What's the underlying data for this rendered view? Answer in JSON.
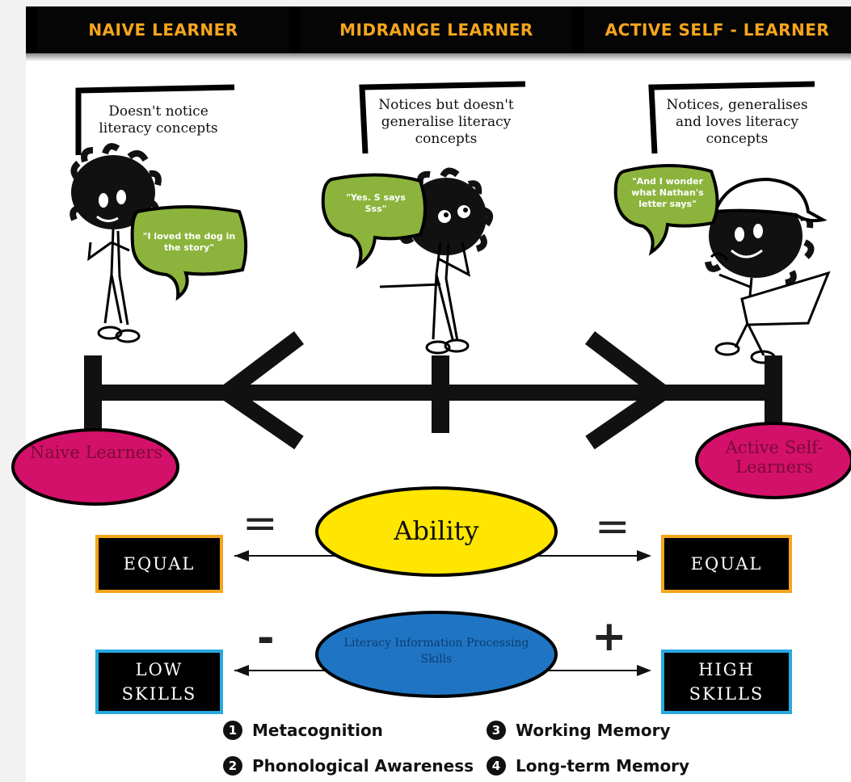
{
  "header": {
    "tabs": [
      "NAIVE LEARNER",
      "MIDRANGE LEARNER",
      "ACTIVE SELF - LEARNER"
    ]
  },
  "learners": [
    {
      "caption": "Doesn't notice literacy concepts",
      "speech": "\"I loved the dog in the story\""
    },
    {
      "caption": "Notices but doesn't generalise literacy concepts",
      "speech": "\"Yes. S says Sss\""
    },
    {
      "caption": "Notices, generalises and loves literacy concepts",
      "speech": "\"And I wonder what Nathan's letter says\""
    }
  ],
  "continuum": {
    "left_label": "Naive Learners",
    "right_label": "Active Self-Learners"
  },
  "ability": {
    "label": "Ability",
    "left_symbol": "=",
    "right_symbol": "=",
    "left_box": "EQUAL",
    "right_box": "EQUAL"
  },
  "skills": {
    "label": "Literacy Information Processing Skills",
    "left_symbol": "-",
    "right_symbol": "+",
    "left_box": "LOW SKILLS",
    "right_box": "HIGH SKILLS"
  },
  "legend": [
    {
      "num": "1",
      "label": "Metacognition"
    },
    {
      "num": "2",
      "label": "Phonological Awareness"
    },
    {
      "num": "3",
      "label": "Working Memory"
    },
    {
      "num": "4",
      "label": "Long-term Memory"
    }
  ],
  "colors": {
    "header_text": "#f5a51c",
    "bubble_green": "#8cb43c",
    "oval_magenta": "#d4116a",
    "ability_yellow": "#ffe600",
    "skills_blue": "#1f75c4",
    "box_orange_border": "#f5a51c",
    "box_blue_border": "#29a8e0"
  }
}
